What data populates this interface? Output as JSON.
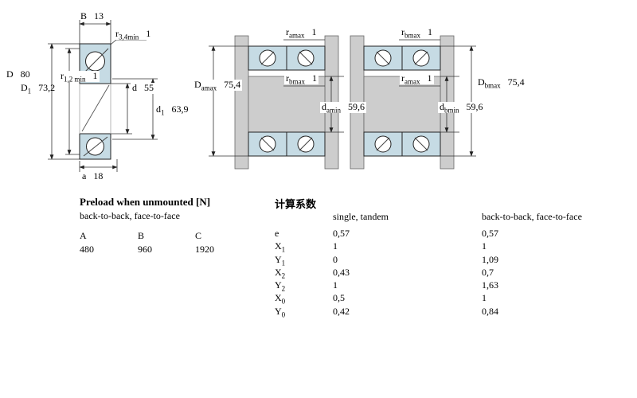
{
  "bearing_drawing": {
    "dims": {
      "B": {
        "sym": "B",
        "value": "13"
      },
      "r34": {
        "sym": "r",
        "sub": "3,4min",
        "value": "1"
      },
      "D": {
        "sym": "D",
        "value": "80"
      },
      "r12": {
        "sym": "r",
        "sub": "1,2 min",
        "value": "1"
      },
      "D1": {
        "sym": "D",
        "sub": "1",
        "value": "73,2"
      },
      "d": {
        "sym": "d",
        "value": "55"
      },
      "d1": {
        "sym": "d",
        "sub": "1",
        "value": "63,9"
      },
      "a": {
        "sym": "a",
        "value": "18"
      }
    }
  },
  "mounting_drawing_1": {
    "dims": {
      "r_amax": {
        "sym": "r",
        "sub": "amax",
        "value": "1"
      },
      "D_amax": {
        "sym": "D",
        "sub": "amax",
        "value": "75,4"
      },
      "r_bmax": {
        "sym": "r",
        "sub": "bmax",
        "value": "1"
      },
      "d_amin": {
        "sym": "d",
        "sub": "amin",
        "value": "59,6"
      }
    }
  },
  "mounting_drawing_2": {
    "dims": {
      "r_bmax": {
        "sym": "r",
        "sub": "bmax",
        "value": "1"
      },
      "r_amax": {
        "sym": "r",
        "sub": "amax",
        "value": "1"
      },
      "D_bmax": {
        "sym": "D",
        "sub": "bmax",
        "value": "75,4"
      },
      "d_bmin": {
        "sym": "d",
        "sub": "bmin",
        "value": "59,6"
      }
    }
  },
  "preload_table": {
    "title": "Preload when unmounted [N]",
    "subtitle": "back-to-back, face-to-face",
    "columns": [
      "A",
      "B",
      "C"
    ],
    "values": [
      "480",
      "960",
      "1920"
    ]
  },
  "factors_table": {
    "title": "计算系数",
    "col1_header": "single, tandem",
    "col2_header": "back-to-back, face-to-face",
    "rows": [
      {
        "sym": "e",
        "sub": "",
        "single": "0,57",
        "paired": "0,57"
      },
      {
        "sym": "X",
        "sub": "1",
        "single": "1",
        "paired": "1"
      },
      {
        "sym": "Y",
        "sub": "1",
        "single": "0",
        "paired": "1,09"
      },
      {
        "sym": "X",
        "sub": "2",
        "single": "0,43",
        "paired": "0,7"
      },
      {
        "sym": "Y",
        "sub": "2",
        "single": "1",
        "paired": "1,63"
      },
      {
        "sym": "X",
        "sub": "0",
        "single": "0,5",
        "paired": "1"
      },
      {
        "sym": "Y",
        "sub": "0",
        "single": "0,42",
        "paired": "0,84"
      }
    ]
  },
  "colors": {
    "ring_blue": "#c6dbe4",
    "steel_gray": "#cdcdcd",
    "line": "#222222"
  }
}
